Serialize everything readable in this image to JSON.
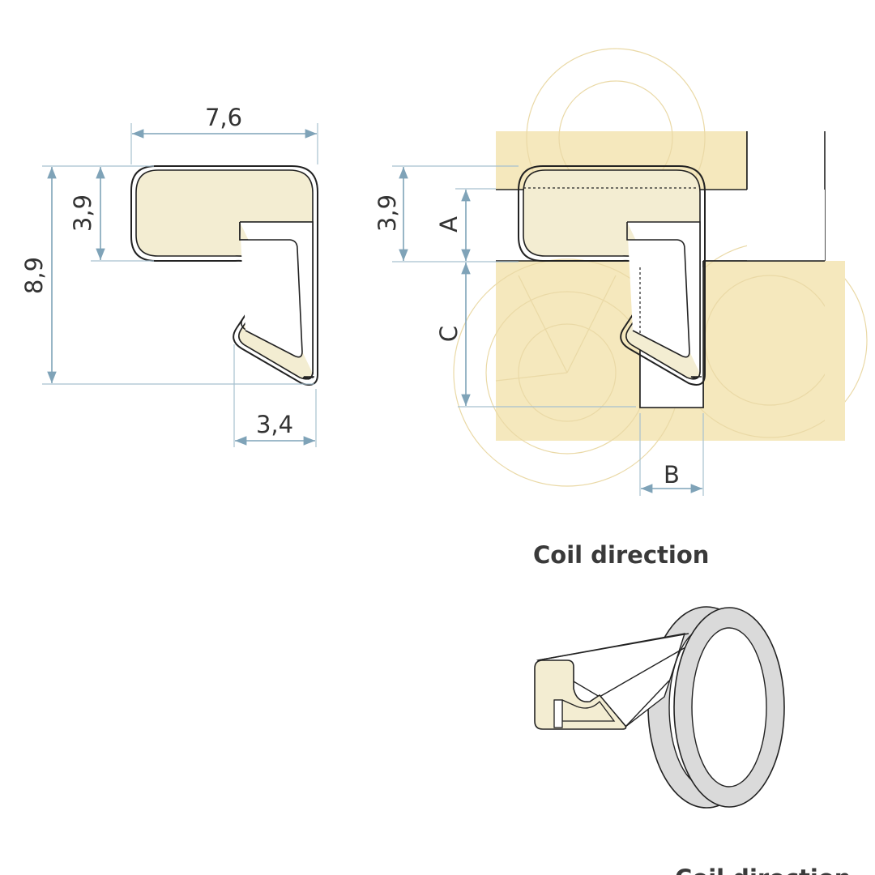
{
  "diagram": {
    "left_profile": {
      "width_label": "7,6",
      "height_label": "8,9",
      "top_height_label": "3,9",
      "lip_width_label": "3,4"
    },
    "right_profile": {
      "top_height_label": "3,9",
      "label_a": "A",
      "label_b": "B",
      "label_c": "C"
    },
    "coil_section": {
      "title": "Coil direction",
      "title_cropped": "Coil direction"
    }
  },
  "colors": {
    "profile_fill": "#f3edd2",
    "wood_fill": "#f5e8bd",
    "dimension_line": "#7fa3b8",
    "coil_fill": "#dadada",
    "outline": "#222222"
  }
}
